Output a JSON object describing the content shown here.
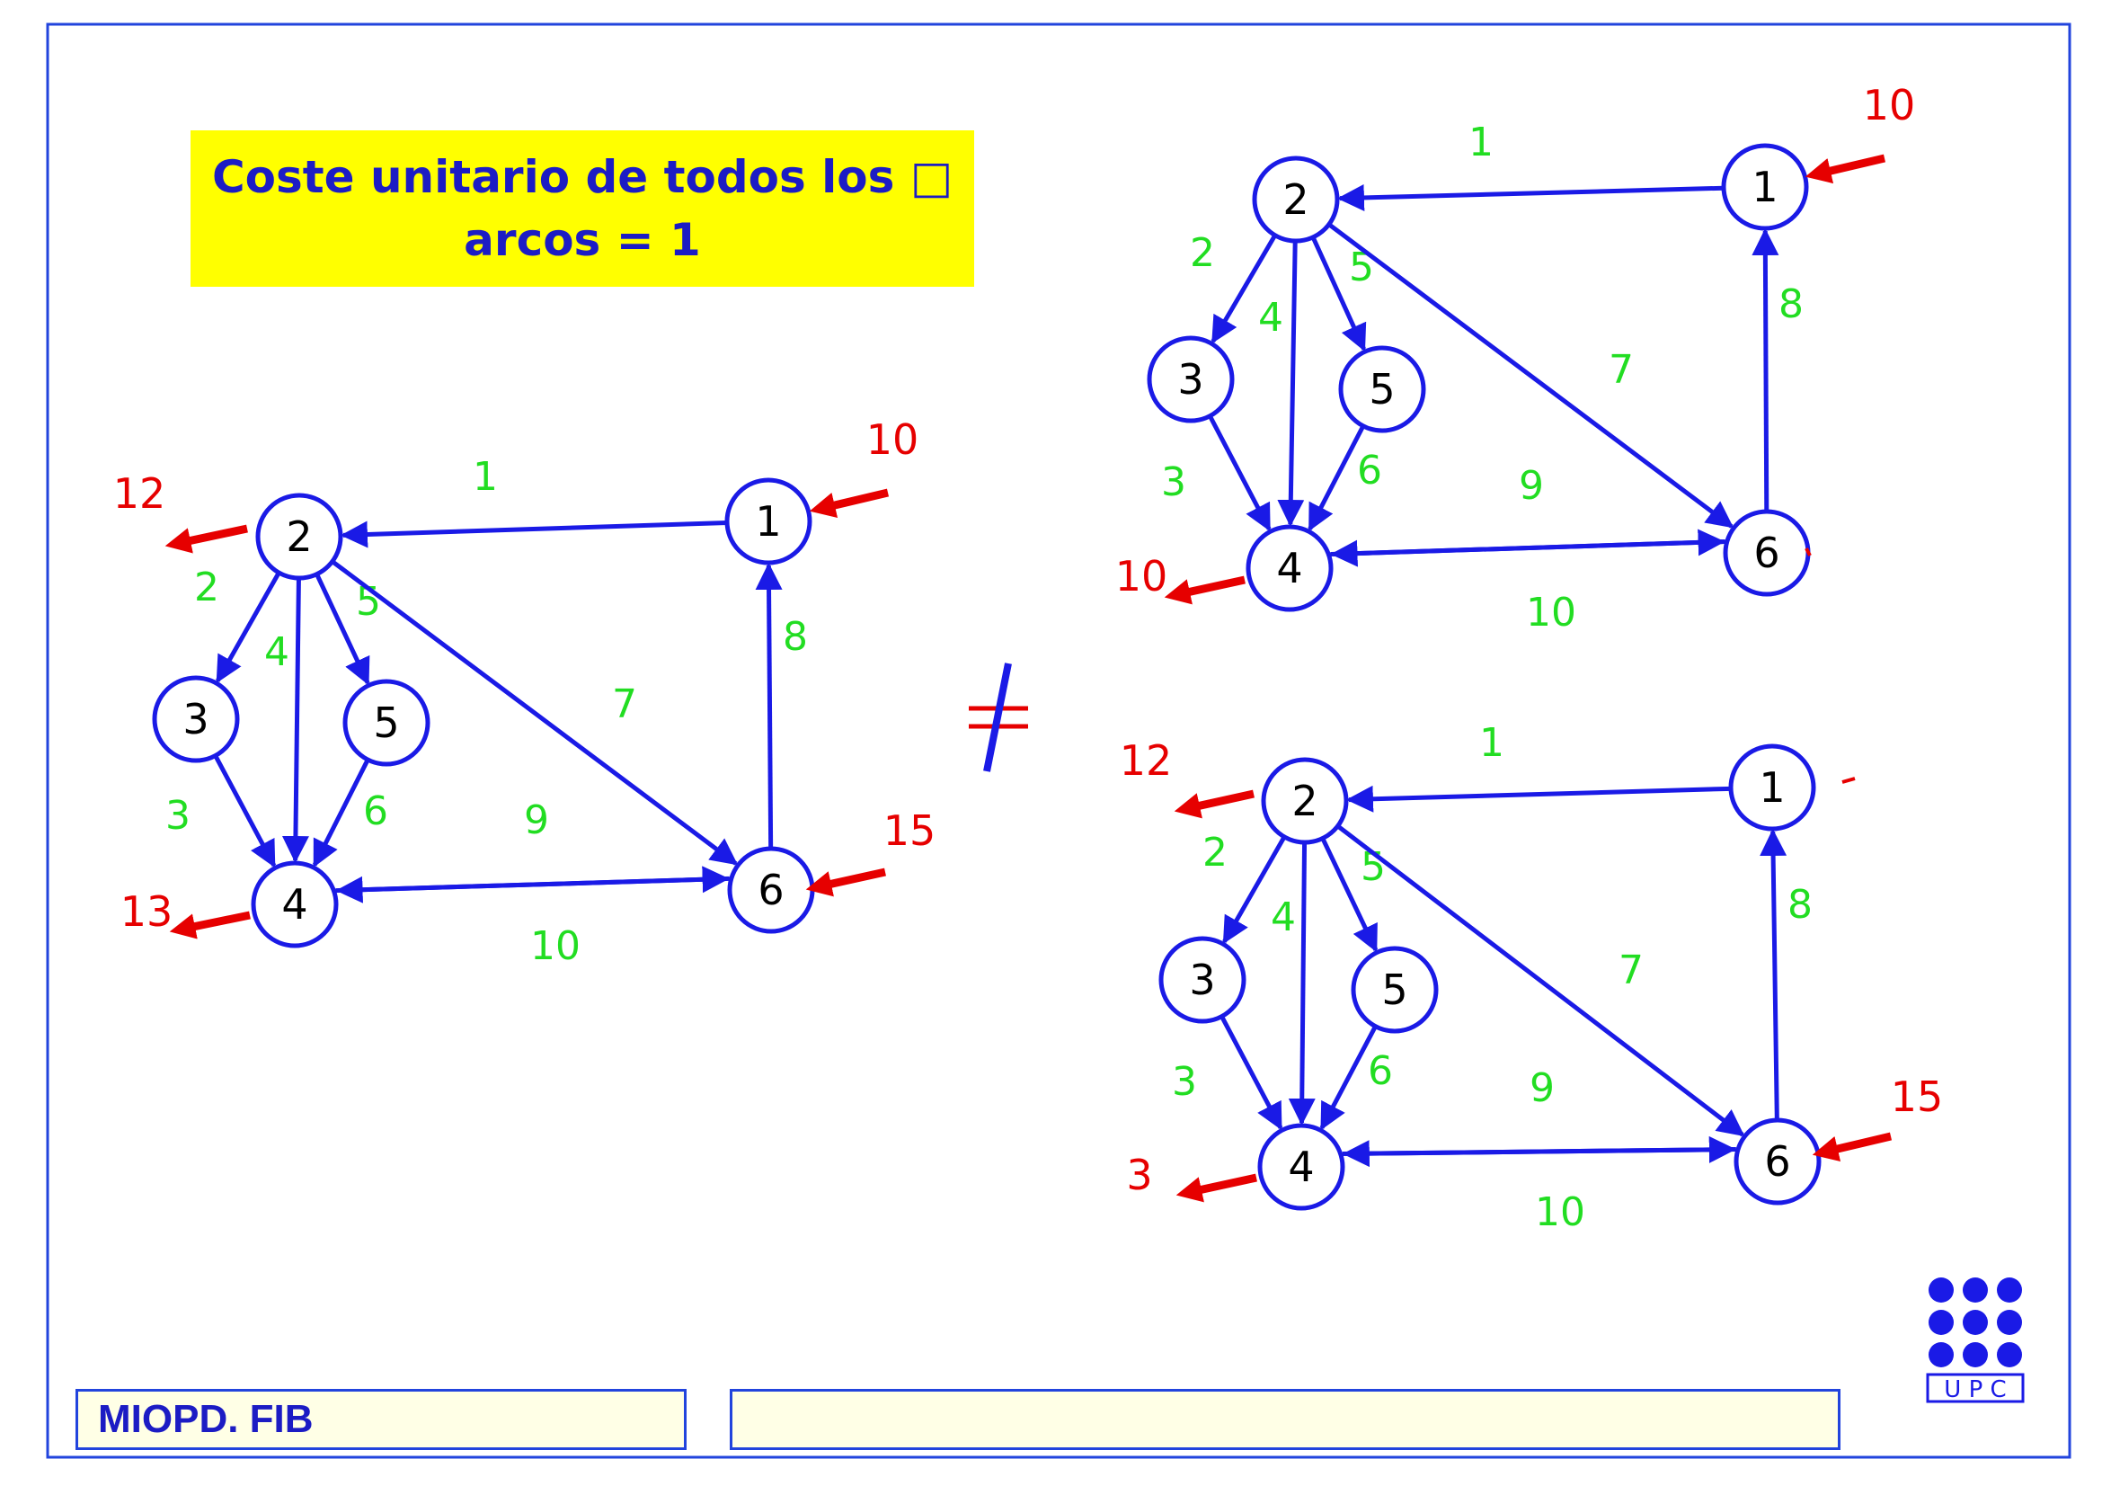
{
  "title": {
    "line1": "Coste unitario de todos los □",
    "line2": "arcos = 1"
  },
  "footer": {
    "left_label": "MIOPD. FIB",
    "right_label": ""
  },
  "logo": {
    "text": "U P C",
    "icon": "upc-dots-logo"
  },
  "separator": {
    "symbol": "not-equal-sign"
  },
  "colors": {
    "graph": "#1a1ae6",
    "arc_label": "#22dd22",
    "flow_label": "#e60000",
    "title_bg": "#ffff00",
    "title_text": "#1c1cc4",
    "frame": "#2244dd",
    "footer_bg": "#ffffe6"
  },
  "graphs": [
    {
      "name": "graph-main",
      "nodes": [
        "1",
        "2",
        "3",
        "4",
        "5",
        "6"
      ],
      "arcs": [
        {
          "from": "1",
          "to": "2",
          "label": "1"
        },
        {
          "from": "2",
          "to": "3",
          "label": "2"
        },
        {
          "from": "3",
          "to": "4",
          "label": "3"
        },
        {
          "from": "2",
          "to": "4",
          "label": "4"
        },
        {
          "from": "2",
          "to": "5",
          "label": "5"
        },
        {
          "from": "5",
          "to": "4",
          "label": "6"
        },
        {
          "from": "2",
          "to": "6",
          "label": "7"
        },
        {
          "from": "6",
          "to": "1",
          "label": "8"
        },
        {
          "from": "4",
          "to": "6",
          "label": "9"
        },
        {
          "from": "6",
          "to": "4",
          "label": "10"
        }
      ],
      "flows": [
        {
          "node": "1",
          "direction": "in",
          "value": "10"
        },
        {
          "node": "2",
          "direction": "out",
          "value": "12"
        },
        {
          "node": "4",
          "direction": "out",
          "value": "13"
        },
        {
          "node": "6",
          "direction": "in",
          "value": "15"
        }
      ]
    },
    {
      "name": "graph-top-right",
      "nodes": [
        "1",
        "2",
        "3",
        "4",
        "5",
        "6"
      ],
      "arcs": [
        {
          "from": "1",
          "to": "2",
          "label": "1"
        },
        {
          "from": "2",
          "to": "3",
          "label": "2"
        },
        {
          "from": "3",
          "to": "4",
          "label": "3"
        },
        {
          "from": "2",
          "to": "4",
          "label": "4"
        },
        {
          "from": "2",
          "to": "5",
          "label": "5"
        },
        {
          "from": "5",
          "to": "4",
          "label": "6"
        },
        {
          "from": "2",
          "to": "6",
          "label": "7"
        },
        {
          "from": "6",
          "to": "1",
          "label": "8"
        },
        {
          "from": "4",
          "to": "6",
          "label": "9"
        },
        {
          "from": "6",
          "to": "4",
          "label": "10"
        }
      ],
      "flows": [
        {
          "node": "1",
          "direction": "in",
          "value": "10"
        },
        {
          "node": "4",
          "direction": "out",
          "value": "10"
        }
      ]
    },
    {
      "name": "graph-bottom-right",
      "nodes": [
        "1",
        "2",
        "3",
        "4",
        "5",
        "6"
      ],
      "arcs": [
        {
          "from": "1",
          "to": "2",
          "label": "1"
        },
        {
          "from": "2",
          "to": "3",
          "label": "2"
        },
        {
          "from": "3",
          "to": "4",
          "label": "3"
        },
        {
          "from": "2",
          "to": "4",
          "label": "4"
        },
        {
          "from": "2",
          "to": "5",
          "label": "5"
        },
        {
          "from": "5",
          "to": "4",
          "label": "6"
        },
        {
          "from": "2",
          "to": "6",
          "label": "7"
        },
        {
          "from": "6",
          "to": "1",
          "label": "8"
        },
        {
          "from": "4",
          "to": "6",
          "label": "9"
        },
        {
          "from": "6",
          "to": "4",
          "label": "10"
        }
      ],
      "flows": [
        {
          "node": "2",
          "direction": "out",
          "value": "12"
        },
        {
          "node": "4",
          "direction": "out",
          "value": "3"
        },
        {
          "node": "6",
          "direction": "in",
          "value": "15"
        }
      ]
    }
  ]
}
